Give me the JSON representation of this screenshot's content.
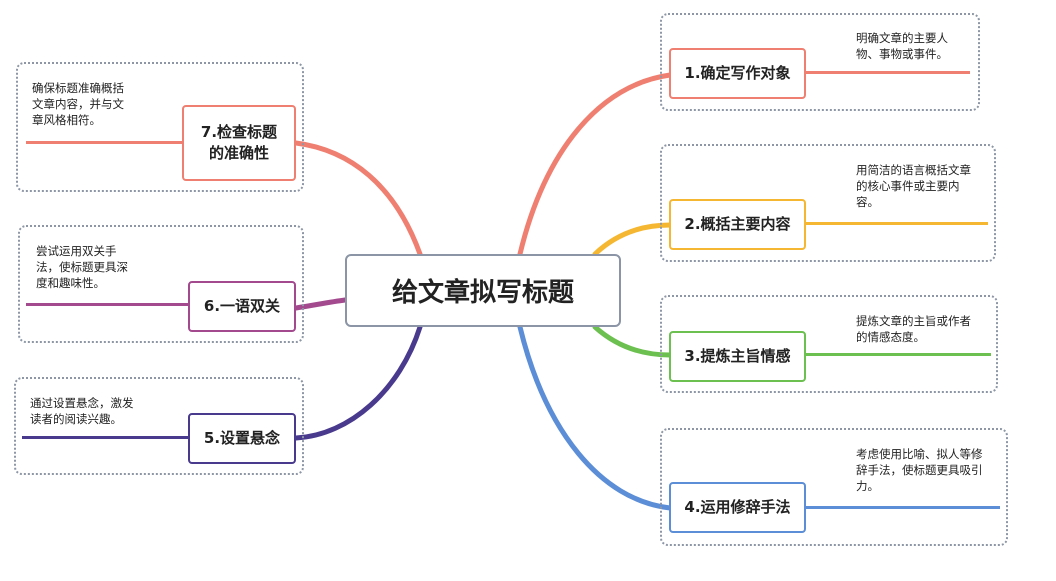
{
  "center": {
    "title": "给文章拟写标题"
  },
  "branches": [
    {
      "label": "1.确定写作对象",
      "desc": "明确文章的主要人\n物、事物或事件。",
      "color": "#ef7f70"
    },
    {
      "label": "2.概括主要内容",
      "desc": "用简洁的语言概括文章\n的核心事件或主要内\n容。",
      "color": "#f5b731"
    },
    {
      "label": "3.提炼主旨情感",
      "desc": "提炼文章的主旨或作者\n的情感态度。",
      "color": "#6cc04f"
    },
    {
      "label": "4.运用修辞手法",
      "desc": "考虑使用比喻、拟人等修\n辞手法，使标题更具吸引\n力。",
      "color": "#5b8ed6"
    },
    {
      "label": "5.设置悬念",
      "desc": "通过设置悬念，激发\n读者的阅读兴趣。",
      "color": "#4a3a8e"
    },
    {
      "label": "6.一语双关",
      "desc": "尝试运用双关手\n法，使标题更具深\n度和趣味性。",
      "color": "#a34a8f"
    },
    {
      "label": "7.检查标题\n的准确性",
      "desc": "确保标题准确概括\n文章内容，并与文\n章风格相符。",
      "color": "#ef7f70"
    }
  ]
}
